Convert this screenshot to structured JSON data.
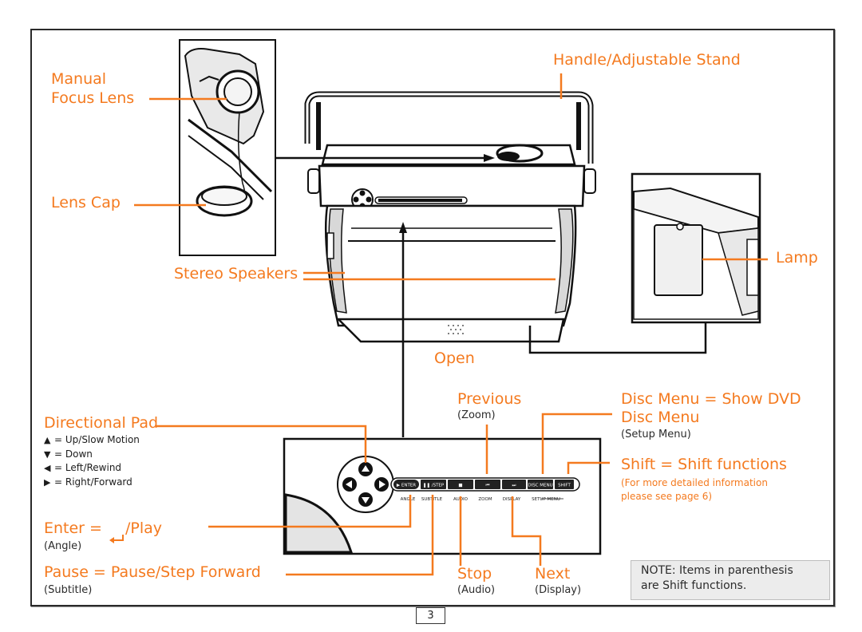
{
  "labels": {
    "handle": "Handle/Adjustable Stand",
    "manual_focus": "Manual",
    "manual_focus_2": "Focus Lens",
    "lens_cap": "Lens Cap",
    "stereo_speakers": "Stereo Speakers",
    "lamp": "Lamp",
    "open": "Open",
    "previous": "Previous",
    "previous_sub": "(Zoom)",
    "disc_menu": "Disc Menu = Show DVD",
    "disc_menu_2": "Disc Menu",
    "disc_menu_sub": "(Setup Menu)",
    "directional_pad": "Directional Pad",
    "shift": "Shift = Shift functions",
    "shift_sub": "(For more detailed information",
    "shift_sub_2": "please see page 6)",
    "enter_a": "Enter =",
    "enter_b": "/Play",
    "enter_sub": "(Angle)",
    "pause": "Pause = Pause/Step Forward",
    "pause_sub": "(Subtitle)",
    "stop": "Stop",
    "stop_sub": "(Audio)",
    "next": "Next",
    "next_sub": "(Display)"
  },
  "directions": [
    {
      "glyph": "▲",
      "text": "= Up/Slow Motion"
    },
    {
      "glyph": "▼",
      "text": "= Down"
    },
    {
      "glyph": "◀",
      "text": "= Left/Rewind"
    },
    {
      "glyph": "▶",
      "text": "= Right/Forward"
    }
  ],
  "control_panel": {
    "buttons": [
      "▶ ENTER",
      "❚❚ /STEP",
      "■",
      "⏮",
      "⏭",
      "DISC MENU",
      "SHIFT"
    ],
    "sublabels": [
      "ANGLE",
      "SUBTITLE",
      "AUDIO",
      "ZOOM",
      "DISPLAY",
      "SETUP MENU"
    ]
  },
  "note": {
    "line1": "NOTE: Items in parenthesis",
    "line2": "are Shift functions."
  },
  "page_number": "3",
  "colors": {
    "accent": "#f47a1f",
    "frame": "#2a2a2a",
    "note_bg": "#ececec"
  }
}
